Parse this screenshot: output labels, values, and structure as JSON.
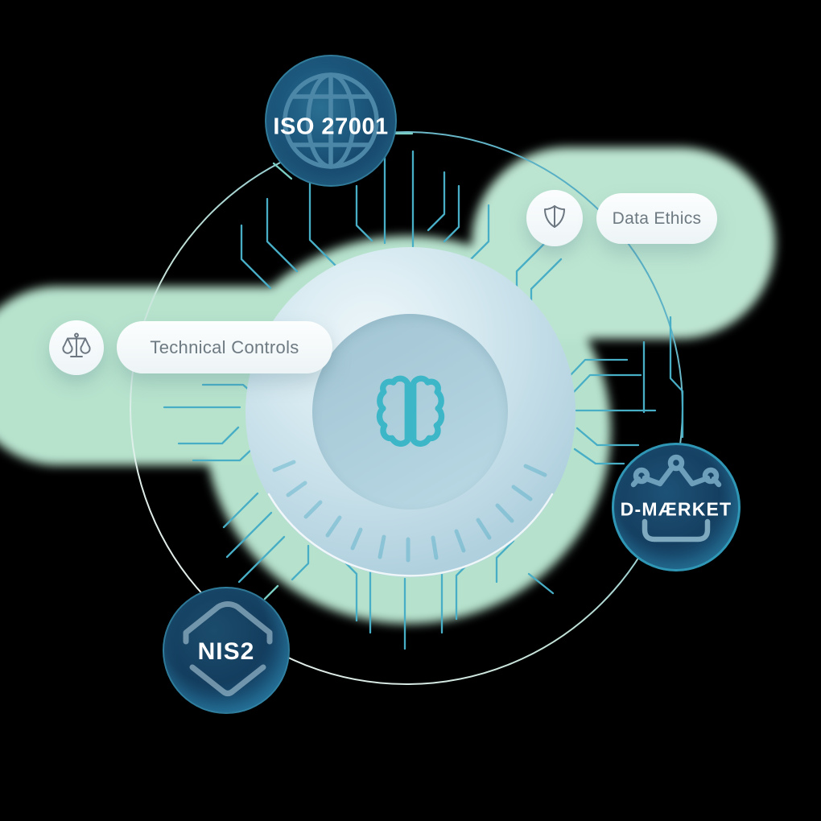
{
  "illustration": {
    "background_color": "#000000",
    "center": {
      "icon": "brain-icon"
    },
    "badges": [
      {
        "id": "iso-27001",
        "label": "ISO 27001",
        "icon": "globe-icon"
      },
      {
        "id": "nis2",
        "label": "NIS2",
        "icon": "shield-outline-icon"
      },
      {
        "id": "d-maerket",
        "label": "D-MÆRKET",
        "icon": "crown-icon"
      }
    ],
    "tags": [
      {
        "id": "technical-controls",
        "label": "Technical Controls",
        "icon": "scales-icon"
      },
      {
        "id": "data-ethics",
        "label": "Data Ethics",
        "icon": "shield-icon"
      }
    ],
    "colors": {
      "mint_green": "#b9e4cf",
      "sphere_blue": "#c6dfe9",
      "inner_disc_blue": "#aecfdc",
      "brain_teal": "#3db7c7",
      "circuit_teal": "#48aec6",
      "badge_navy": "#143e61",
      "badge_rim_teal": "#2f97b5",
      "label_gray": "#6e7a82",
      "badge_text_color": "#ffffff"
    }
  }
}
